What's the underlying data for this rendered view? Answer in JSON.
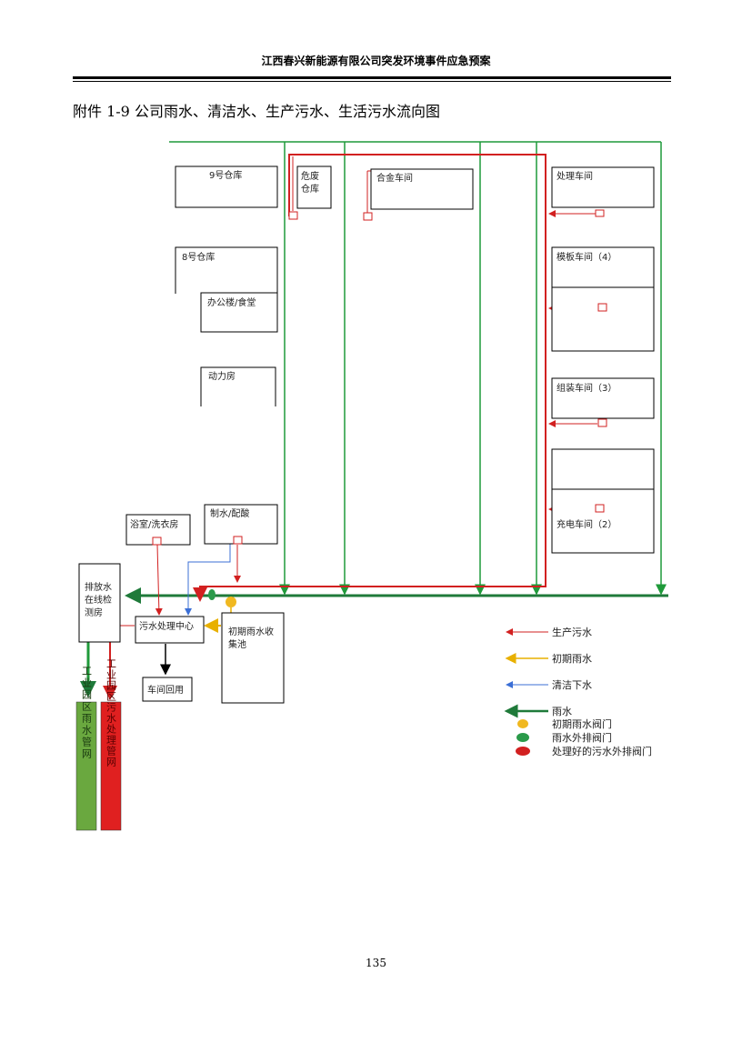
{
  "header": {
    "company_title": "江西春兴新能源有限公司突发环境事件应急预案"
  },
  "figure": {
    "title": "附件 1-9  公司雨水、清洁水、生产污水、生活污水流向图",
    "buildings": {
      "warehouse9": "9号仓库",
      "waste_store_l1": "危废",
      "waste_store_l2": "仓库",
      "assembly_shop": "合金车间",
      "treatment_shop": "处理车间",
      "warehouse8": "8号仓库",
      "office": "办公楼/食堂",
      "power_room": "动力房",
      "template_shop": "模板车间（4）",
      "assembly_shop3": "组装车间（3）",
      "charging_shop": "充电车间（2）",
      "dorm": "浴室/洗衣房",
      "water_make": "制水/配酸",
      "drain_room_l1": "排放水",
      "drain_room_l2": "在线检",
      "drain_room_l3": "测房",
      "wwtp": "污水处理中心",
      "rain_pool_l1": "初期雨水收",
      "rain_pool_l2": "集池",
      "reuse": "车间回用",
      "rain_network": "工业园区雨水管网",
      "sewage_network": "工业园区污水处理管网"
    },
    "legend": {
      "production_wastewater": "生产污水",
      "initial_rain": "初期雨水",
      "clean_water": "清洁下水",
      "rain": "雨水",
      "initial_rain_valve": "初期雨水阀门",
      "rain_discharge_valve": "雨水外排阀门",
      "treated_discharge_valve": "处理好的污水外排阀门"
    },
    "colors": {
      "rain": "#1f9a3a",
      "production": "#d22020",
      "initial_rain": "#e8b000",
      "clean": "#3b6fd6",
      "rain_network_fill": "#6aa83f",
      "sewage_network_fill": "#e02020"
    }
  },
  "page_number": "135"
}
